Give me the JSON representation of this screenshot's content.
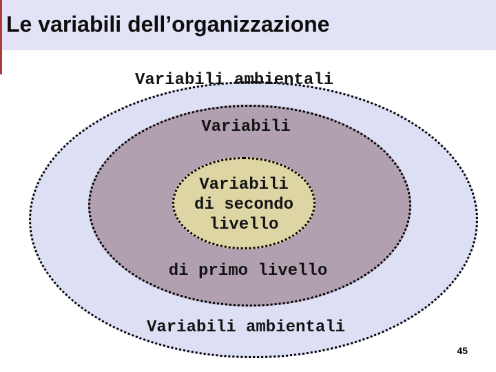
{
  "title": "Le variabili dell’organizzazione",
  "diagram": {
    "outer": {
      "label_top": "Variabili ambientali",
      "label_bottom": "Variabili ambientali",
      "fill_color": "#dddff5"
    },
    "middle": {
      "label_top": "Variabili",
      "label_bottom": "di primo livello",
      "fill_color": "#b1a0af"
    },
    "inner": {
      "lines": [
        "Variabili",
        "di secondo",
        "livello"
      ],
      "fill_color": "#ded5a5"
    },
    "border_style": "dotted",
    "border_color": "#000000"
  },
  "page_number": "45",
  "colors": {
    "title_band_background": "#e3e3f8",
    "left_accent_bar": "#b03a3a",
    "page_background": "#ffffff",
    "text": "#141414"
  }
}
